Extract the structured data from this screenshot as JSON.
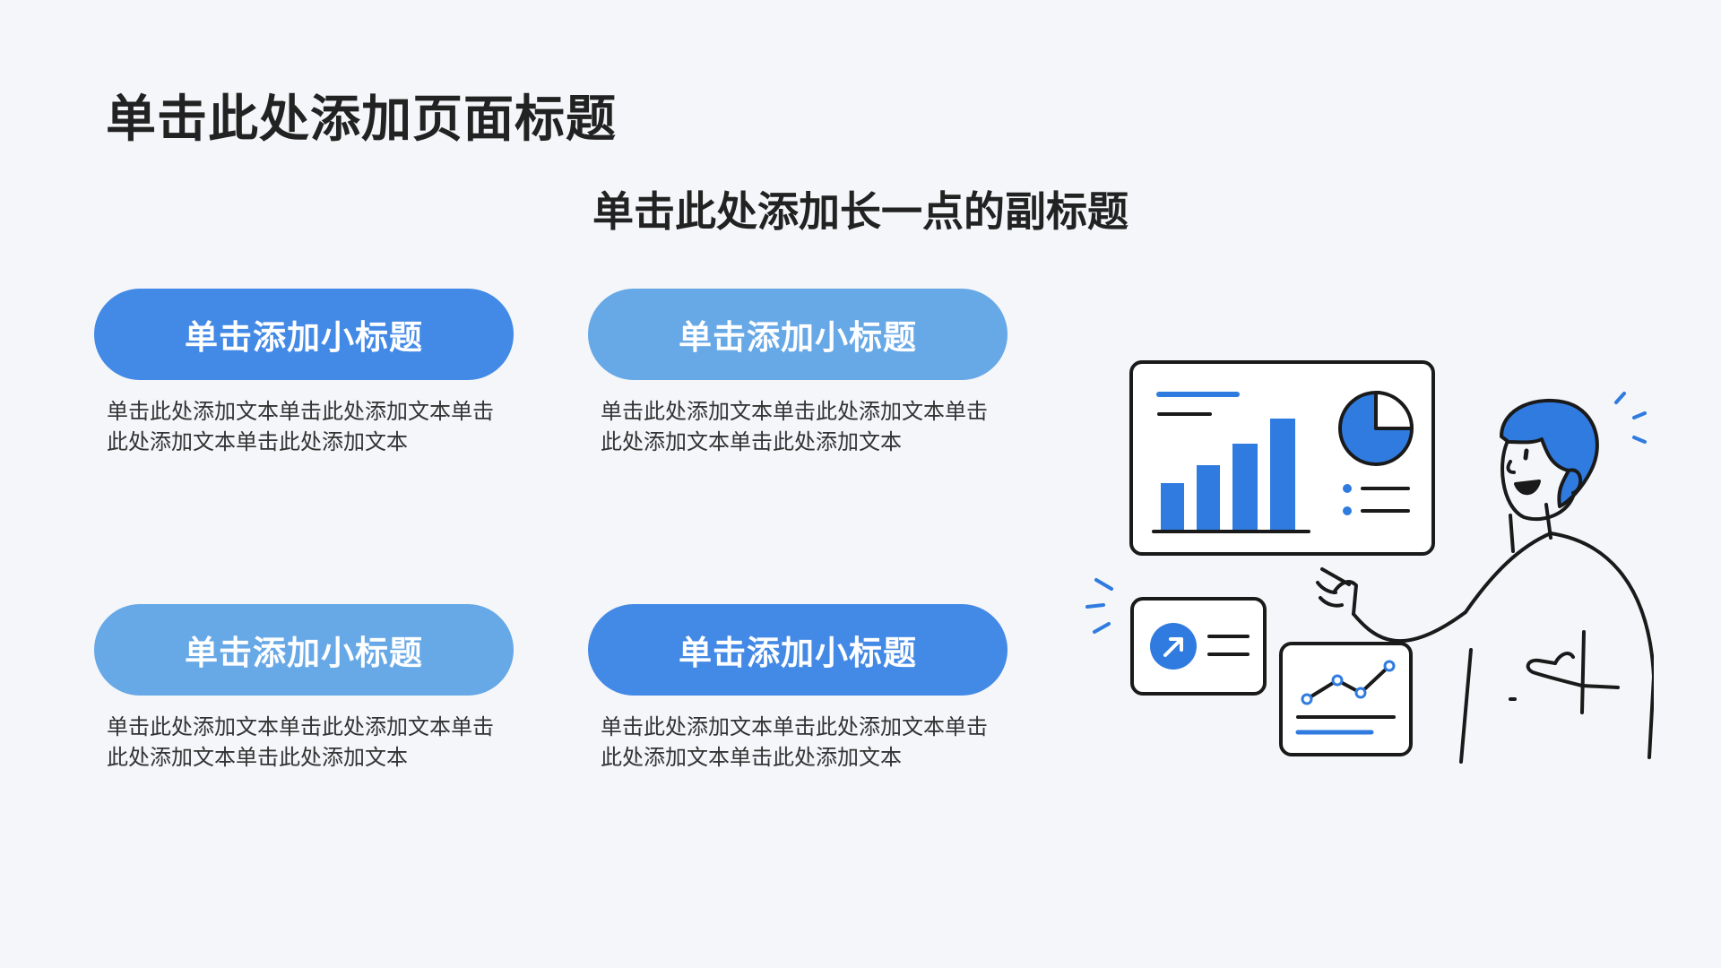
{
  "page": {
    "title": "单击此处添加页面标题",
    "subtitle": "单击此处添加长一点的副标题"
  },
  "cards": [
    {
      "heading": "单击添加小标题",
      "body": "单击此处添加文本单击此处添加文本单击此处添加文本单击此处添加文本"
    },
    {
      "heading": "单击添加小标题",
      "body": "单击此处添加文本单击此处添加文本单击此处添加文本单击此处添加文本"
    },
    {
      "heading": "单击添加小标题",
      "body": "单击此处添加文本单击此处添加文本单击此处添加文本单击此处添加文本"
    },
    {
      "heading": "单击添加小标题",
      "body": "单击此处添加文本单击此处添加文本单击此处添加文本单击此处添加文本"
    }
  ],
  "colors": {
    "background": "#f4f6f9",
    "accent_dark": "#4389e6",
    "accent_light": "#67a8e7",
    "illustration_blue": "#2f7be0",
    "text": "#222222"
  },
  "illustration": {
    "icon": "man-presenting-dashboard-illustration"
  }
}
